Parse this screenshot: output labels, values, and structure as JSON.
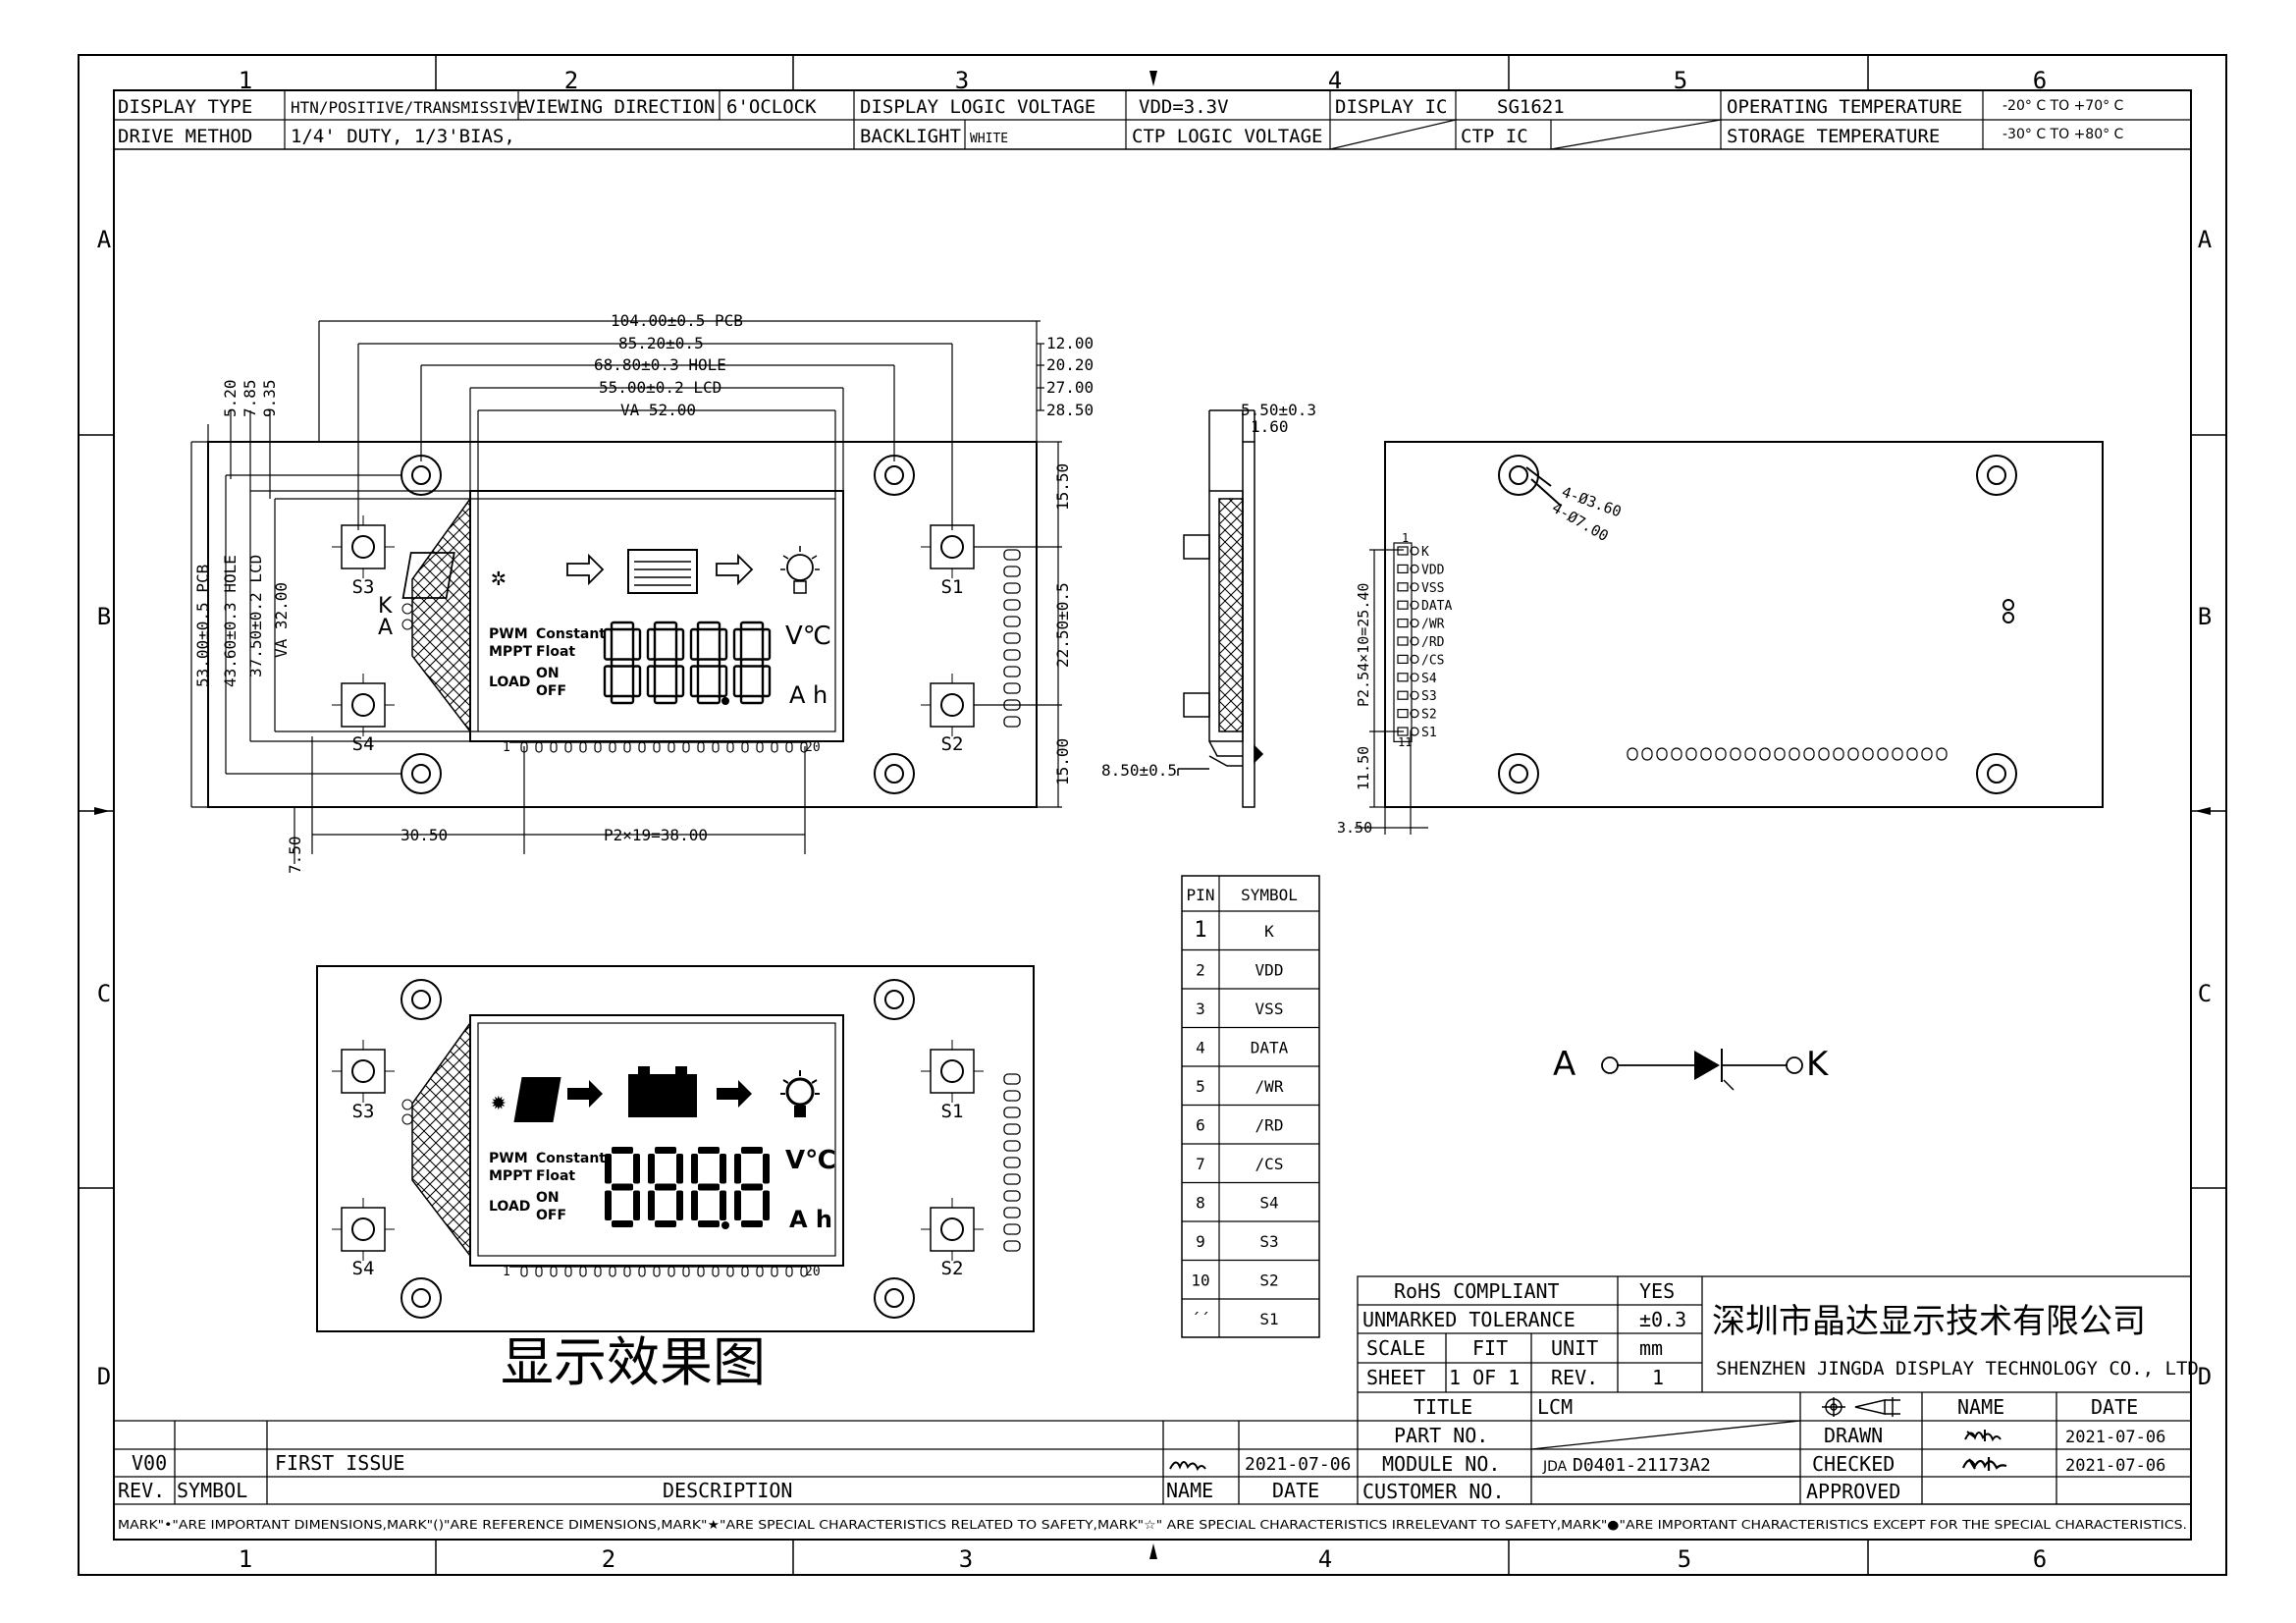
{
  "frame": {
    "columns": [
      "1",
      "2",
      "3",
      "4",
      "5",
      "6"
    ],
    "rows": [
      "A",
      "B",
      "C",
      "D"
    ]
  },
  "spec_header": {
    "display_type_label": "DISPLAY TYPE",
    "display_type_value": "HTN/POSITIVE/TRANSMISSIVE",
    "viewing_direction_label": "VIEWING DIRECTION",
    "viewing_direction_value": "6'OCLOCK",
    "logic_voltage_label": "DISPLAY LOGIC VOLTAGE",
    "logic_voltage_value": "VDD=3.3V",
    "display_ic_label": "DISPLAY IC",
    "display_ic_value": "SG1621",
    "operating_temp_label": "OPERATING TEMPERATURE",
    "operating_temp_value": "-20° C TO +70° C",
    "drive_method_label": "DRIVE METHOD",
    "drive_method_value": "1/4' DUTY, 1/3'BIAS,",
    "backlight_label": "BACKLIGHT",
    "backlight_value": "WHITE",
    "ctp_logic_voltage_label": "CTP LOGIC VOLTAGE",
    "ctp_ic_label": "CTP IC",
    "storage_temp_label": "STORAGE TEMPERATURE",
    "storage_temp_value": "-30° C TO +80° C"
  },
  "front_view": {
    "dim_top": [
      "104.00±0.5 PCB",
      "85.20±0.5",
      "68.80±0.3 HOLE",
      "55.00±0.2 LCD",
      "VA 52.00"
    ],
    "dim_right_top": [
      "12.00",
      "20.20",
      "27.00",
      "28.50"
    ],
    "dim_left_top": [
      "5.20",
      "7.85",
      "9.35"
    ],
    "dim_left_vertical": [
      "53.00±0.5 PCB",
      "43.60±0.3 HOLE",
      "37.50±0.2 LCD",
      "VA 32.00"
    ],
    "dim_right_vertical": [
      "15.50",
      "22.50±0.5",
      "15.00"
    ],
    "dim_bottom": [
      "30.50",
      "P2×19=38.00",
      "7.50"
    ],
    "buttons": [
      "S3",
      "S4",
      "S1",
      "S2"
    ],
    "ka_label_k": "K",
    "ka_label_a": "A",
    "pin_first": "1",
    "pin_last": "20"
  },
  "lcd_glyphs": {
    "pwm": "PWM",
    "mppt": "MPPT",
    "load": "LOAD",
    "constant": "Constant",
    "float": "Float",
    "on": "ON",
    "off": "OFF",
    "unit_vc": "V℃",
    "unit_ah": "A h",
    "digits": "888.8"
  },
  "side_view": {
    "dim_top_1": "5.50±0.3",
    "dim_top_2": "1.60",
    "dim_bottom": "8.50±0.5"
  },
  "rear_view": {
    "hole_dims": [
      "4-Ø3.60",
      "4-Ø7.00"
    ],
    "pin_labels": [
      "K",
      "VDD",
      "VSS",
      "DATA",
      "/WR",
      "/RD",
      "/CS",
      "S4",
      "S3",
      "S2",
      "S1"
    ],
    "pin_first_marker": "1",
    "pin_last_marker": "11",
    "pitch_dim": "P2.54×10=25.40",
    "dim_bottom_v": "11.50",
    "dim_bottom_h": "3.50"
  },
  "pin_table": {
    "headers": [
      "PIN",
      "SYMBOL"
    ],
    "rows": [
      {
        "pin": "1",
        "symbol": "K"
      },
      {
        "pin": "2",
        "symbol": "VDD"
      },
      {
        "pin": "3",
        "symbol": "VSS"
      },
      {
        "pin": "4",
        "symbol": "DATA"
      },
      {
        "pin": "5",
        "symbol": "/WR"
      },
      {
        "pin": "6",
        "symbol": "/RD"
      },
      {
        "pin": "7",
        "symbol": "/CS"
      },
      {
        "pin": "8",
        "symbol": "S4"
      },
      {
        "pin": "9",
        "symbol": "S3"
      },
      {
        "pin": "10",
        "symbol": "S2"
      },
      {
        "pin": "´´",
        "symbol": "S1"
      }
    ]
  },
  "diode": {
    "anode": "A",
    "cathode": "K"
  },
  "effect_title": "显示效果图",
  "title_block": {
    "rohs_label": "RoHS COMPLIANT",
    "rohs_value": "YES",
    "tolerance_label": "UNMARKED TOLERANCE",
    "tolerance_value": "±0.3",
    "scale_label": "SCALE",
    "fit_label": "FIT",
    "unit_label": "UNIT",
    "unit_value": "mm",
    "sheet_label": "SHEET",
    "sheet_value": "1  OF  1",
    "rev_label": "REV.",
    "rev_value": "1",
    "company_cn": "深圳市晶达显示技术有限公司",
    "company_en": "SHENZHEN  JINGDA  DISPLAY TECHNOLOGY  CO., LTD",
    "title_label": "TITLE",
    "title_value": "LCM",
    "part_label": "PART  NO.",
    "module_label": "MODULE  NO.",
    "module_prefix": "JDA",
    "module_value": "D0401-21173A2",
    "customer_label": "CUSTOMER NO.",
    "name_label": "NAME",
    "date_label": "DATE",
    "drawn_label": "DRAWN",
    "drawn_date": "2021-07-06",
    "checked_label": "CHECKED",
    "checked_date": "2021-07-06",
    "approved_label": "APPROVED"
  },
  "revision": {
    "rev_value": "V00",
    "description": "FIRST ISSUE",
    "date": "2021-07-06",
    "col_rev": "REV.",
    "col_symbol": "SYMBOL",
    "col_description": "DESCRIPTION",
    "col_name": "NAME",
    "col_date": "DATE"
  },
  "footer_note": "MARK\"•\"ARE IMPORTANT DIMENSIONS,MARK\"()\"ARE REFERENCE DIMENSIONS,MARK\"★\"ARE SPECIAL CHARACTERISTICS RELATED TO SAFETY,MARK\"☆\" ARE SPECIAL CHARACTERISTICS IRRELEVANT TO SAFETY,MARK\"●\"ARE IMPORTANT CHARACTERISTICS EXCEPT FOR THE SPECIAL CHARACTERISTICS."
}
